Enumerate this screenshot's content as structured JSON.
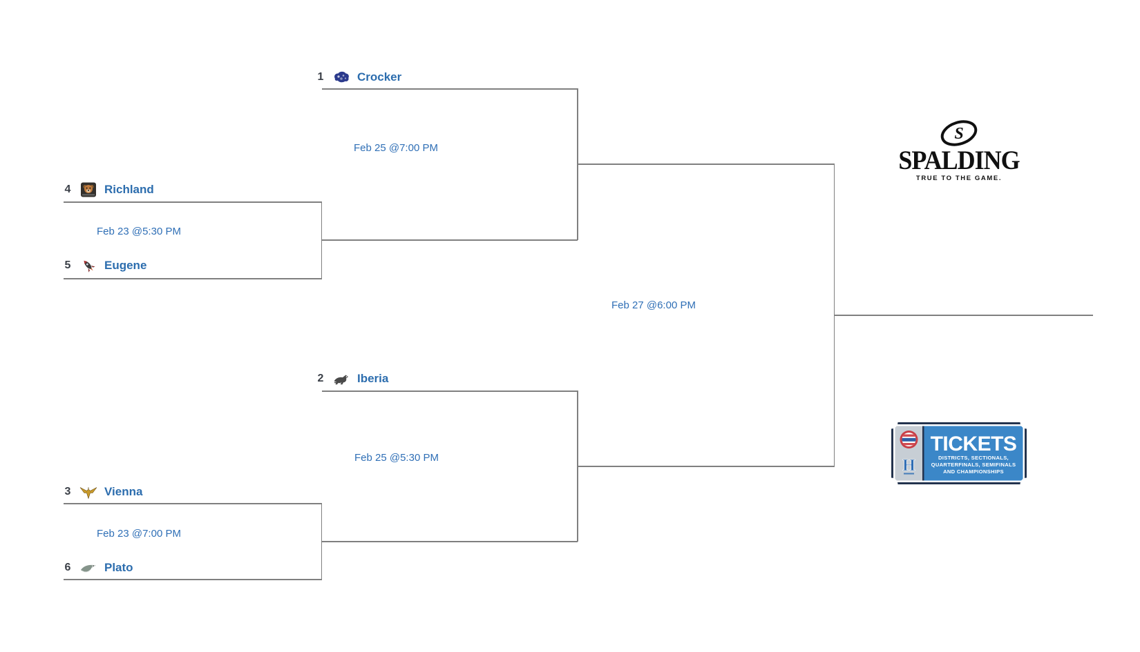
{
  "teams": {
    "crocker": {
      "seed": "1",
      "name": "Crocker"
    },
    "richland": {
      "seed": "4",
      "name": "Richland"
    },
    "eugene": {
      "seed": "5",
      "name": "Eugene"
    },
    "iberia": {
      "seed": "2",
      "name": "Iberia"
    },
    "vienna": {
      "seed": "3",
      "name": "Vienna"
    },
    "plato": {
      "seed": "6",
      "name": "Plato"
    }
  },
  "games": {
    "quarterfinal_1": {
      "time": "Feb 23 @5:30 PM"
    },
    "quarterfinal_2": {
      "time": "Feb 23 @7:00 PM"
    },
    "semifinal_1": {
      "time": "Feb 25 @7:00 PM"
    },
    "semifinal_2": {
      "time": "Feb 25 @5:30 PM"
    },
    "championship": {
      "time": "Feb 27 @6:00 PM"
    }
  },
  "sponsor": {
    "monogram": "S",
    "name": "SPALDING",
    "tagline": "TRUE TO THE GAME."
  },
  "tickets": {
    "title": "TICKETS",
    "subtitle_line1": "DISTRICTS, SECTIONALS,",
    "subtitle_line2": "QUARTERFINALS, SEMIFINALS",
    "subtitle_line3": "AND CHAMPIONSHIPS",
    "stub_letter": "H"
  },
  "colors": {
    "team_link": "#2c6dae",
    "game_time": "#2f6fb6",
    "bracket_line": "#7f7f7f",
    "ticket_blue": "#3b87c8",
    "ticket_border": "#23334e",
    "stub_gray": "#c7ced5"
  }
}
